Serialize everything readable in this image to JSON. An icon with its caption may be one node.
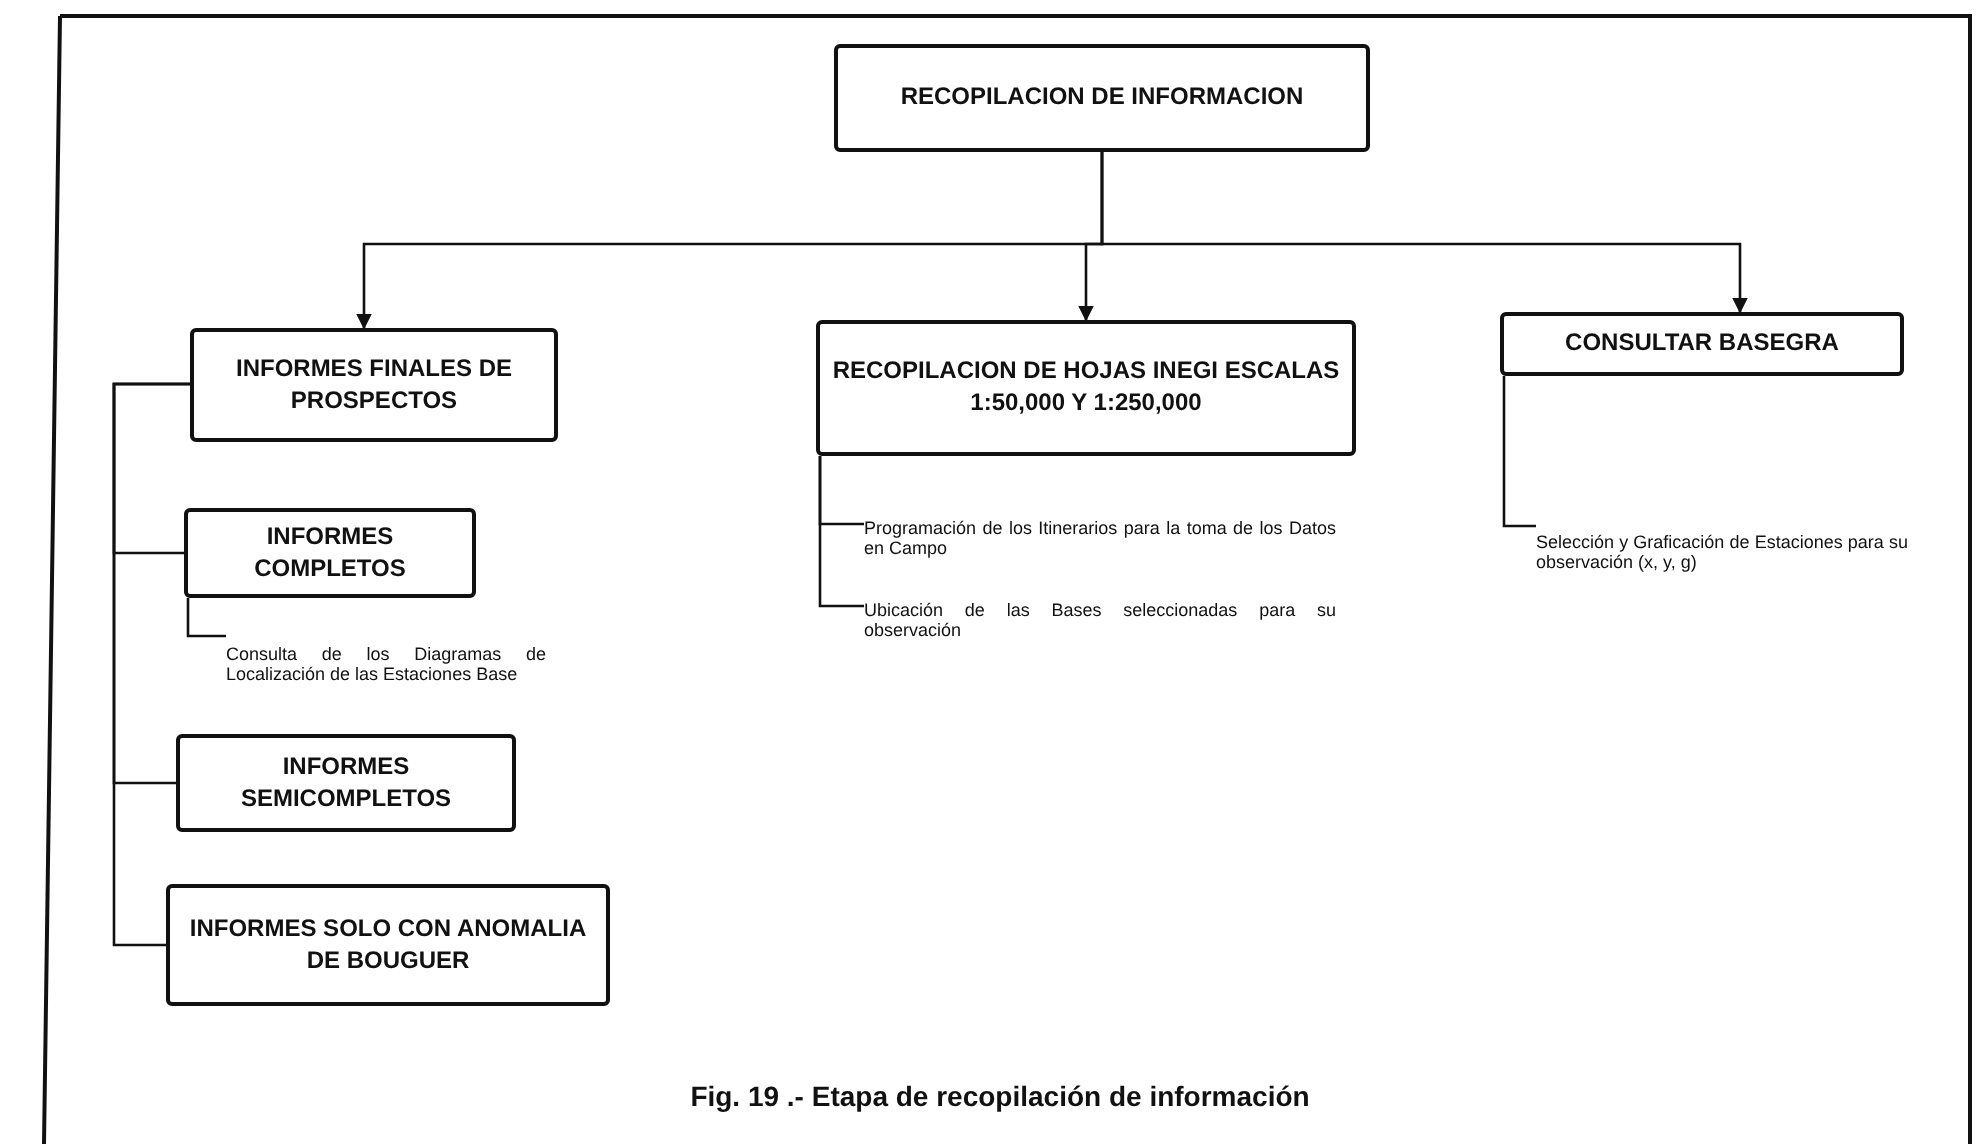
{
  "diagram": {
    "caption": "Fig. 19 .- Etapa de recopilación de información",
    "nodes": [
      {
        "text": [
          "RECOPILACION DE INFORMACION"
        ]
      },
      {
        "text": [
          "INFORMES FINALES DE PROSPECTOS"
        ]
      },
      {
        "text": [
          "INFORMES COMPLETOS"
        ]
      },
      {
        "text": [
          "Consulta de los Diagramas de Localización de las Estaciones Base"
        ]
      },
      {
        "text": [
          "INFORMES SEMICOMPLETOS"
        ]
      },
      {
        "text": [
          "INFORMES SOLO CON ANOMALIA DE BOUGUER"
        ]
      },
      {
        "text": [
          "RECOPILACION DE HOJAS INEGI ESCALAS 1:50,000 Y 1:250,000"
        ]
      },
      {
        "text": [
          "Programación de los Itinerarios para la toma de los Datos en Campo"
        ]
      },
      {
        "text": [
          "Ubicación de las Bases seleccionadas para su observación"
        ]
      },
      {
        "text": [
          "CONSULTAR BASEGRA"
        ]
      },
      {
        "text": [
          "Selección y Graficación de Estaciones para su observación (x, y, g)"
        ]
      }
    ],
    "edges": [
      {
        "from": 0,
        "to": 1,
        "arrow": "to"
      },
      {
        "from": 0,
        "to": 6,
        "arrow": "to"
      },
      {
        "from": 0,
        "to": 9,
        "arrow": "to"
      },
      {
        "from": 1,
        "to": 2,
        "arrow": "none"
      },
      {
        "from": 1,
        "to": 4,
        "arrow": "none"
      },
      {
        "from": 1,
        "to": 5,
        "arrow": "none"
      },
      {
        "from": 2,
        "to": 3,
        "arrow": "none"
      },
      {
        "from": 6,
        "to": 7,
        "arrow": "none"
      },
      {
        "from": 6,
        "to": 8,
        "arrow": "none"
      },
      {
        "from": 9,
        "to": 10,
        "arrow": "none"
      }
    ]
  }
}
